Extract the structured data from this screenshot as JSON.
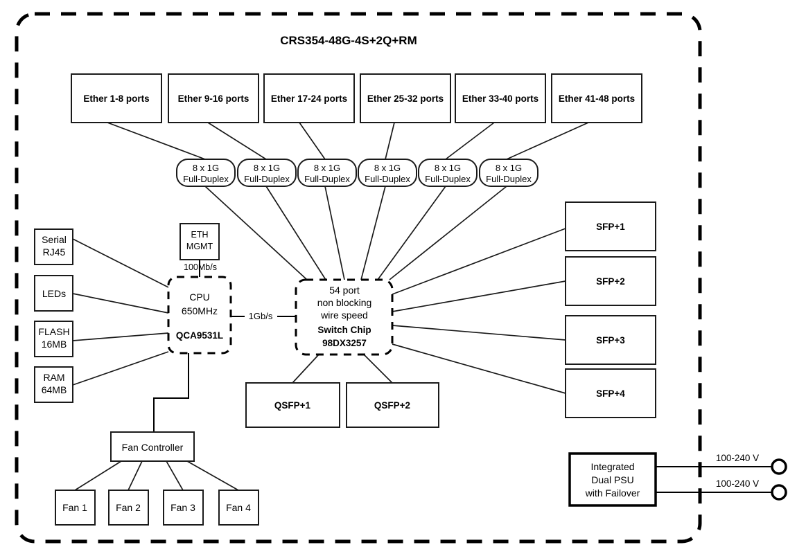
{
  "diagram": {
    "title": "CRS354-48G-4S+2Q+RM",
    "ether_groups": [
      {
        "label": "Ether 1-8 ports"
      },
      {
        "label": "Ether 9-16 ports"
      },
      {
        "label": "Ether 17-24 ports"
      },
      {
        "label": "Ether 25-32 ports"
      },
      {
        "label": "Ether 33-40 ports"
      },
      {
        "label": "Ether 41-48 ports"
      }
    ],
    "phy_pills": [
      {
        "line1": "8 x 1G",
        "line2": "Full-Duplex"
      },
      {
        "line1": "8 x 1G",
        "line2": "Full-Duplex"
      },
      {
        "line1": "8 x 1G",
        "line2": "Full-Duplex"
      },
      {
        "line1": "8 x 1G",
        "line2": "Full-Duplex"
      },
      {
        "line1": "8 x 1G",
        "line2": "Full-Duplex"
      },
      {
        "line1": "8 x 1G",
        "line2": "Full-Duplex"
      }
    ],
    "peripherals": [
      {
        "line1": "Serial",
        "line2": "RJ45"
      },
      {
        "line1": "LEDs",
        "line2": ""
      },
      {
        "line1": "FLASH",
        "line2": "16MB"
      },
      {
        "line1": "RAM",
        "line2": "64MB"
      }
    ],
    "eth_mgmt": {
      "line1": "ETH",
      "line2": "MGMT",
      "link_label": "100Mb/s"
    },
    "cpu": {
      "line1": "CPU",
      "line2": "650MHz",
      "line3": "QCA9531L"
    },
    "cpu_switch_link": {
      "label": "1Gb/s"
    },
    "switch_chip": {
      "line1": "54 port",
      "line2": "non blocking",
      "line3": "wire speed",
      "line4": "Switch Chip",
      "line5": "98DX3257"
    },
    "sfp_ports": [
      {
        "label": "SFP+1"
      },
      {
        "label": "SFP+2"
      },
      {
        "label": "SFP+3"
      },
      {
        "label": "SFP+4"
      }
    ],
    "qsfp_ports": [
      {
        "label": "QSFP+1"
      },
      {
        "label": "QSFP+2"
      }
    ],
    "fan_controller": {
      "label": "Fan Controller"
    },
    "fans": [
      {
        "label": "Fan 1"
      },
      {
        "label": "Fan 2"
      },
      {
        "label": "Fan 3"
      },
      {
        "label": "Fan 4"
      }
    ],
    "psu": {
      "line1": "Integrated",
      "line2": "Dual PSU",
      "line3": "with Failover",
      "inputs": [
        {
          "label": "100-240 V"
        },
        {
          "label": "100-240 V"
        }
      ]
    },
    "colors": {
      "line": "#1a1a1a",
      "boundary": "#000000",
      "background": "#ffffff",
      "text": "#000000"
    }
  }
}
